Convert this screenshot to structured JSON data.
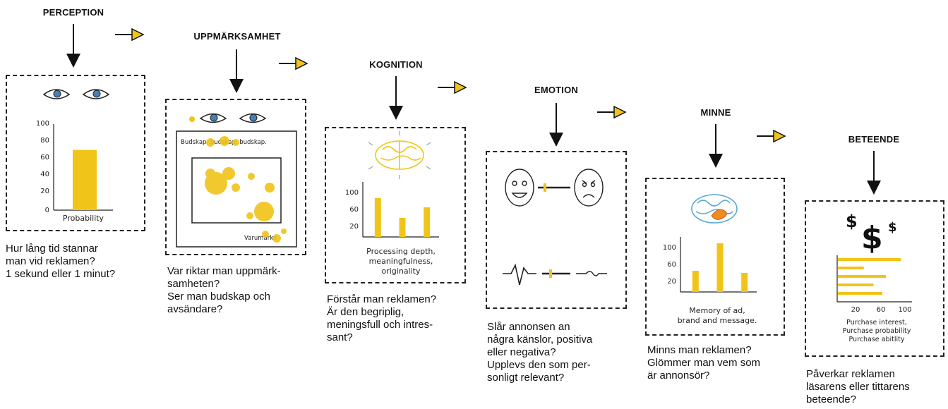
{
  "colors": {
    "accent": "#f0c419",
    "ink": "#222222"
  },
  "stages": [
    {
      "title": "PERCEPTION",
      "question": "Hur lång tid stannar\nman vid reklamen?\n1 sekund eller 1 minut?",
      "chart": {
        "type": "bar",
        "ticks": [
          "100",
          "80",
          "60",
          "40",
          "20",
          "0"
        ],
        "caption": "Probability",
        "values": [
          70
        ],
        "ylim": [
          0,
          100
        ]
      }
    },
    {
      "title": "UPPMÄRKSAMHET",
      "question": "Var riktar man uppmärk-\nsamheten?\nSer man budskap och\navsändare?",
      "ad_top_text": "Budskap, budskap, budskap.",
      "ad_bottom_text": "Varumärke"
    },
    {
      "title": "KOGNITION",
      "question": "Förstår man reklamen?\nÄr den begriplig,\nmeningsfull och intres-\nsant?",
      "chart": {
        "type": "bar",
        "ticks": [
          "100",
          "60",
          "20"
        ],
        "caption_lines": [
          "Processing depth,",
          "meaningfulness,",
          "originality"
        ],
        "values": [
          92,
          45,
          70
        ],
        "ylim": [
          0,
          130
        ]
      }
    },
    {
      "title": "EMOTION",
      "question": "Slår annonsen an\nnågra känslor, positiva\neller negativa?\nUpplevs den som per-\nsonligt relevant?"
    },
    {
      "title": "MINNE",
      "question": "Minns man reklamen?\nGlömmer man vem som\när annonsör?",
      "chart": {
        "type": "bar",
        "ticks": [
          "100",
          "60",
          "20"
        ],
        "caption_lines": [
          "Memory of ad,",
          "brand and message."
        ],
        "values": [
          50,
          115,
          45
        ],
        "ylim": [
          0,
          130
        ]
      }
    },
    {
      "title": "BETEENDE",
      "question": "Påverkar reklamen\nläsarens eller tittarens\nbeteende?",
      "dollar_symbol": "$",
      "chart": {
        "type": "hbar",
        "ticks": [
          "20",
          "60",
          "100"
        ],
        "caption_lines": [
          "Purchase interest,",
          "Purchase probability",
          "Purchase abitlity"
        ],
        "values": [
          85,
          35,
          65,
          48,
          60
        ],
        "xlim": [
          0,
          100
        ]
      }
    }
  ]
}
